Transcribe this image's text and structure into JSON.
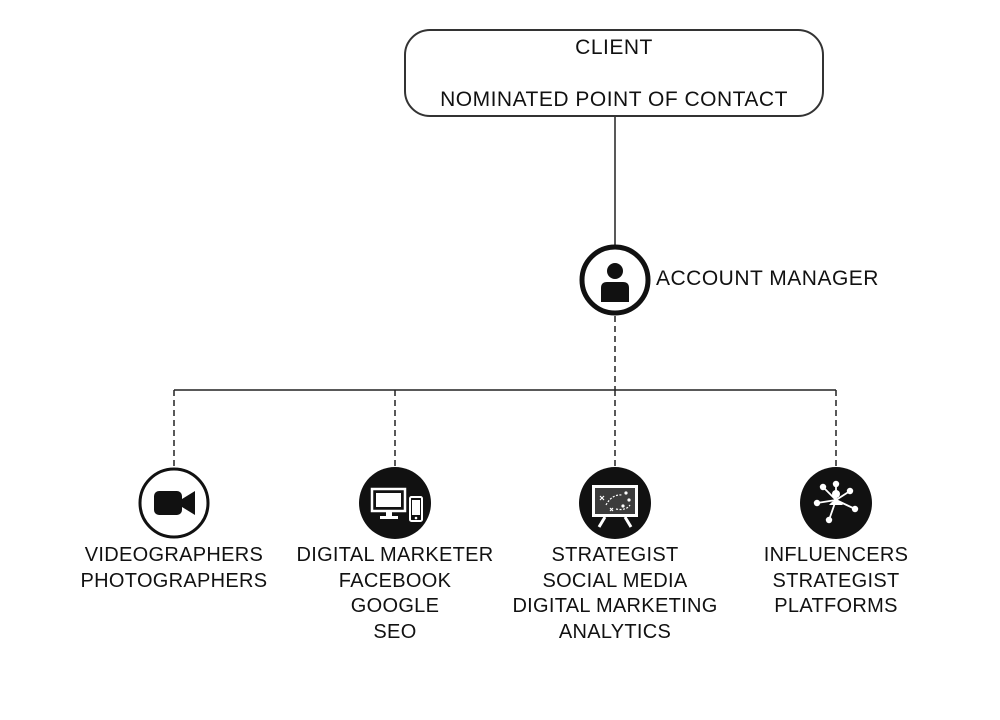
{
  "client": {
    "title": "CLIENT",
    "subtitle": "NOMINATED POINT OF CONTACT"
  },
  "account_manager": {
    "label": "ACCOUNT MANAGER",
    "icon": "person-icon"
  },
  "teams": [
    {
      "icon": "video-camera-icon",
      "lines": [
        "VIDEOGRAPHERS",
        "PHOTOGRAPHERS"
      ]
    },
    {
      "icon": "computer-devices-icon",
      "lines": [
        "DIGITAL MARKETER",
        "FACEBOOK",
        "GOOGLE",
        "SEO"
      ]
    },
    {
      "icon": "strategy-board-icon",
      "lines": [
        "STRATEGIST",
        "SOCIAL MEDIA",
        "DIGITAL MARKETING",
        "ANALYTICS"
      ]
    },
    {
      "icon": "network-icon",
      "lines": [
        "INFLUENCERS",
        "STRATEGIST",
        "PLATFORMS"
      ]
    }
  ]
}
